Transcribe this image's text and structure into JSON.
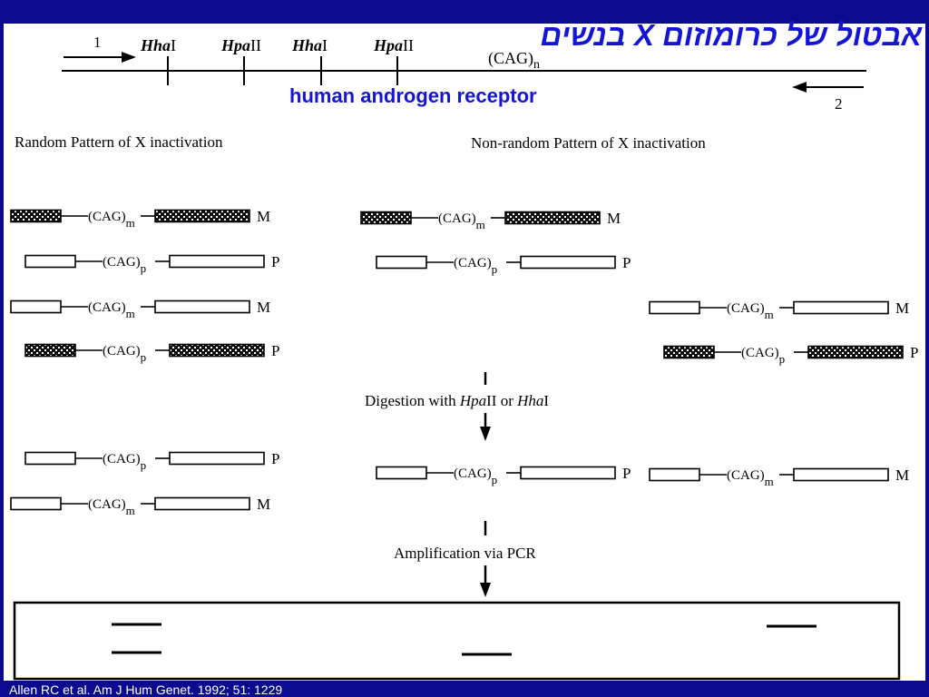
{
  "title": "אבטול של כרומוזום X בנשים",
  "subtitle": "human androgen receptor",
  "citation": "Allen RC et al. Am J Hum Genet. 1992; 51: 1229",
  "top_map": {
    "primer_forward": "1",
    "primer_reverse": "2",
    "sites": [
      {
        "italic": "Hha",
        "roman": "I"
      },
      {
        "italic": "Hpa",
        "roman": "II"
      },
      {
        "italic": "Hha",
        "roman": "I"
      },
      {
        "italic": "Hpa",
        "roman": "II"
      }
    ],
    "repeat": "(CAG)",
    "repeat_sub": "n"
  },
  "sections": {
    "random": "Random Pattern of X inactivation",
    "nonrandom": "Non-random Pattern of X inactivation"
  },
  "allele": {
    "repeat": "(CAG)",
    "sub_m": "m",
    "sub_p": "p",
    "label_m": "M",
    "label_p": "P"
  },
  "steps": {
    "digestion_prefix": "Digestion with ",
    "digestion_enzyme1_italic": "Hpa",
    "digestion_enzyme1_roman": "II",
    "digestion_or": " or ",
    "digestion_enzyme2_italic": "Hha",
    "digestion_enzyme2_roman": "I",
    "amplification": "Amplification via PCR"
  },
  "colors": {
    "slide_background": "#ffffff",
    "frame": "#0b0b8f",
    "title_blue": "#1515d6",
    "methylated_fill": "#111111"
  }
}
